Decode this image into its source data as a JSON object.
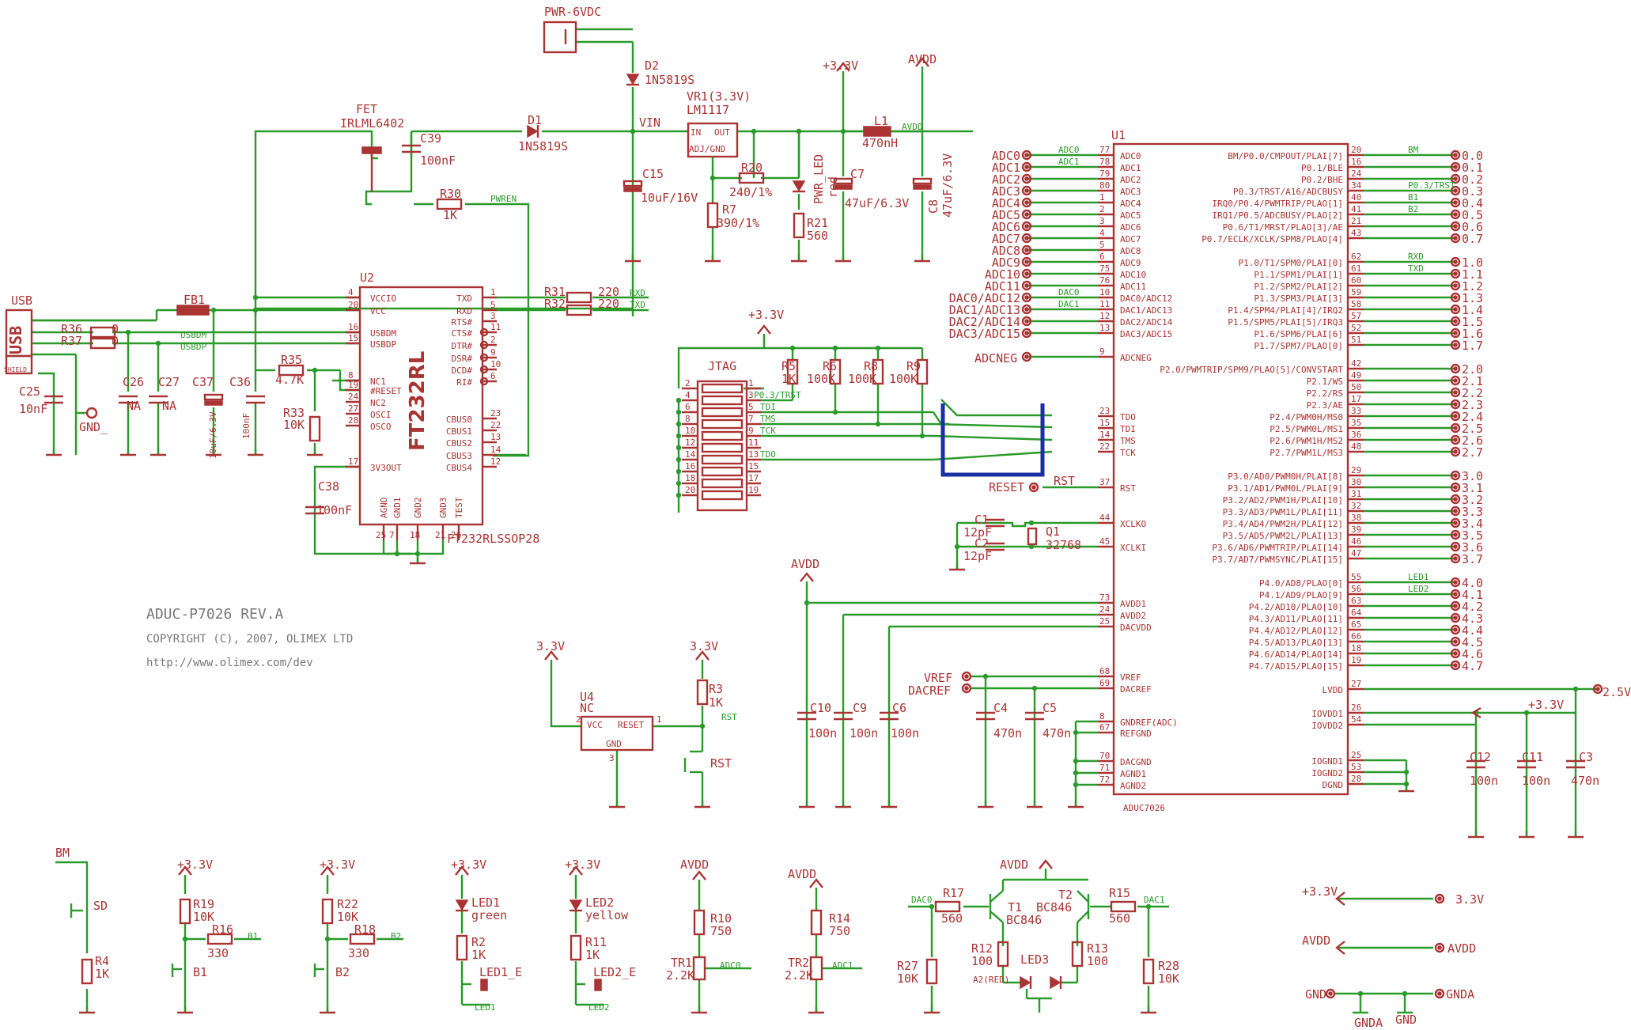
{
  "title_block": {
    "board": "ADUC-P7026 REV.A",
    "copyright": "COPYRIGHT (C), 2007, OLIMEX LTD",
    "url": "http://www.olimex.com/dev"
  },
  "power": {
    "connector": "PWR-6VDC",
    "d2_ref": "D2",
    "d2_part": "1N5819S",
    "d1_ref": "D1",
    "d1_part": "1N5819S",
    "fet_ref": "FET",
    "fet_part": "IRLML6402",
    "c39_ref": "C39",
    "c39_val": "100nF",
    "r30_ref": "R30",
    "r30_val": "1K",
    "pwren": "PWREN",
    "vin": "VIN",
    "c15_ref": "C15",
    "c15_val": "10uF/16V",
    "vr1_ref": "VR1(3.3V)",
    "vr1_part": "LM1117",
    "vr_in": "IN",
    "vr_out": "OUT",
    "vr_adj": "ADJ/GND",
    "r20_ref": "R20",
    "r20_val": "240/1%",
    "r7_ref": "R7",
    "r7_val": "390/1%",
    "led_label": "PWR_LED",
    "led_color": "red",
    "r21_ref": "R21",
    "r21_val": "560",
    "c7_ref": "C7",
    "c7_val": "47uF/6.3V",
    "l1_ref": "L1",
    "l1_val": "470nH",
    "c8_ref": "C8",
    "c8_val": "47uF/6.3V",
    "p33": "+3.3V",
    "avdd": "AVDD"
  },
  "usb": {
    "conn": "USB",
    "shield": "SHIELD",
    "fb1": "FB1",
    "r36": "R36",
    "r37": "R37",
    "r36_val": "0",
    "r37_val": "0",
    "usbdm": "USBDM",
    "usbdp": "USBDP",
    "c25_ref": "C25",
    "c25_val": "10nF",
    "c26_ref": "C26",
    "c26_val": "NA",
    "c27_ref": "C27",
    "c27_val": "NA",
    "gnd": "GND_",
    "c37_ref": "C37",
    "c37_val": "10uF/6.3V",
    "c36_ref": "C36",
    "c36_val": "100nF",
    "r35_ref": "R35",
    "r35_val": "4.7K",
    "r33_ref": "R33",
    "r33_val": "10K",
    "c38_ref": "C38",
    "c38_val": "100nF"
  },
  "u2": {
    "ref": "U2",
    "name": "FT232RL",
    "part": "FT232RLSSOP28",
    "left_pins": [
      {
        "n": "4",
        "l": "VCCIO"
      },
      {
        "n": "20",
        "l": "VCC"
      },
      {
        "n": "16",
        "l": "USBDM"
      },
      {
        "n": "15",
        "l": "USBDP"
      },
      {
        "n": "8",
        "l": "NC1"
      },
      {
        "n": "19",
        "l": "#RESET"
      },
      {
        "n": "24",
        "l": "NC2"
      },
      {
        "n": "27",
        "l": "OSCI"
      },
      {
        "n": "28",
        "l": "OSCO"
      },
      {
        "n": "17",
        "l": "3V3OUT"
      }
    ],
    "right_pins": [
      {
        "n": "1",
        "l": "TXD"
      },
      {
        "n": "5",
        "l": "RXD"
      },
      {
        "n": "3",
        "l": "RTS#"
      },
      {
        "n": "11",
        "l": "CTS#"
      },
      {
        "n": "2",
        "l": "DTR#"
      },
      {
        "n": "9",
        "l": "DSR#"
      },
      {
        "n": "10",
        "l": "DCD#"
      },
      {
        "n": "6",
        "l": "RI#"
      },
      {
        "n": "23",
        "l": "CBUS0"
      },
      {
        "n": "22",
        "l": "CBUS1"
      },
      {
        "n": "13",
        "l": "CBUS2"
      },
      {
        "n": "14",
        "l": "CBUS3"
      },
      {
        "n": "12",
        "l": "CBUS4"
      }
    ],
    "bottom": [
      "AGND",
      "GND1",
      "GND2",
      "GND3",
      "TEST"
    ],
    "bottom_nums": [
      "25",
      "7",
      "18",
      "21",
      "26"
    ],
    "r31": "R31",
    "r32": "R32",
    "r31_val": "220",
    "r32_val": "220",
    "rxd": "RXD",
    "txd": "TXD"
  },
  "jtag": {
    "name": "JTAG",
    "p33": "+3.3V",
    "r5": "R5",
    "r6": "R6",
    "r8": "R8",
    "r9": "R9",
    "r5_val": "1K",
    "r6_val": "100K",
    "r8_val": "100K",
    "r9_val": "100K",
    "trst": "P0.3/TRST",
    "tdi": "TDI",
    "tms": "TMS",
    "tck": "TCK",
    "tdo": "TDO",
    "left_nums": [
      "2",
      "4",
      "6",
      "8",
      "10",
      "12",
      "14",
      "16",
      "18",
      "20"
    ],
    "right_nums": [
      "1",
      "3",
      "5",
      "7",
      "9",
      "11",
      "13",
      "15",
      "17",
      "19"
    ]
  },
  "u1": {
    "ref": "U1",
    "part": "ADUC7026",
    "left_pins": [
      {
        "n": "77",
        "l": "ADC0"
      },
      {
        "n": "78",
        "l": "ADC1"
      },
      {
        "n": "79",
        "l": "ADC2"
      },
      {
        "n": "80",
        "l": "ADC3"
      },
      {
        "n": "1",
        "l": "ADC4"
      },
      {
        "n": "2",
        "l": "ADC5"
      },
      {
        "n": "3",
        "l": "ADC6"
      },
      {
        "n": "4",
        "l": "ADC7"
      },
      {
        "n": "5",
        "l": "ADC8"
      },
      {
        "n": "6",
        "l": "ADC9"
      },
      {
        "n": "75",
        "l": "ADC10"
      },
      {
        "n": "76",
        "l": "ADC11"
      },
      {
        "n": "10",
        "l": "DAC0/ADC12"
      },
      {
        "n": "11",
        "l": "DAC1/ADC13"
      },
      {
        "n": "12",
        "l": "DAC2/ADC14"
      },
      {
        "n": "13",
        "l": "DAC3/ADC15"
      },
      {
        "n": "9",
        "l": "ADCNEG"
      },
      {
        "n": "23",
        "l": "TDO"
      },
      {
        "n": "15",
        "l": "TDI"
      },
      {
        "n": "14",
        "l": "TMS"
      },
      {
        "n": "22",
        "l": "TCK"
      },
      {
        "n": "37",
        "l": "RST"
      },
      {
        "n": "44",
        "l": "XCLKO"
      },
      {
        "n": "45",
        "l": "XCLKI"
      },
      {
        "n": "73",
        "l": "AVDD1"
      },
      {
        "n": "24",
        "l": "AVDD2"
      },
      {
        "n": "25",
        "l": "DACVDD"
      },
      {
        "n": "68",
        "l": "VREF"
      },
      {
        "n": "69",
        "l": "DACREF"
      },
      {
        "n": "8",
        "l": "GNDREF(ADC)"
      },
      {
        "n": "67",
        "l": "REFGND"
      },
      {
        "n": "70",
        "l": "DACGND"
      },
      {
        "n": "71",
        "l": "AGND1"
      },
      {
        "n": "72",
        "l": "AGND2"
      }
    ],
    "right_pins": [
      {
        "n": "20",
        "l": "BM/P0.0/CMPOUT/PLAI[7]"
      },
      {
        "n": "16",
        "l": "P0.1/BLE"
      },
      {
        "n": "24",
        "l": "P0.2/BHE"
      },
      {
        "n": "34",
        "l": "P0.3/TRST/A16/ADCBUSY"
      },
      {
        "n": "40",
        "l": "IRQ0/P0.4/PWMTRIP/PLAO[1]"
      },
      {
        "n": "41",
        "l": "IRQ1/P0.5/ADCBUSY/PLAO[2]"
      },
      {
        "n": "21",
        "l": "P0.6/T1/MRST/PLAO[3]/AE"
      },
      {
        "n": "43",
        "l": "P0.7/ECLK/XCLK/SPM8/PLAO[4]"
      },
      {
        "n": "62",
        "l": "P1.0/T1/SPM0/PLAI[0]"
      },
      {
        "n": "61",
        "l": "P1.1/SPM1/PLAI[1]"
      },
      {
        "n": "60",
        "l": "P1.2/SPM2/PLAI[2]"
      },
      {
        "n": "59",
        "l": "P1.3/SPM3/PLAI[3]"
      },
      {
        "n": "58",
        "l": "P1.4/SPM4/PLAI[4]/IRQ2"
      },
      {
        "n": "57",
        "l": "P1.5/SPM5/PLAI[5]/IRQ3"
      },
      {
        "n": "52",
        "l": "P1.6/SPM6/PLAI[6]"
      },
      {
        "n": "51",
        "l": "P1.7/SPM7/PLAO[0]"
      },
      {
        "n": "42",
        "l": "P2.0/PWMTRIP/SPM9/PLAO[5]/CONVSTART"
      },
      {
        "n": "49",
        "l": "P2.1/WS"
      },
      {
        "n": "50",
        "l": "P2.2/RS"
      },
      {
        "n": "17",
        "l": "P2.3/AE"
      },
      {
        "n": "33",
        "l": "P2.4/PWM0H/MS0"
      },
      {
        "n": "35",
        "l": "P2.5/PWM0L/MS1"
      },
      {
        "n": "36",
        "l": "P2.6/PWM1H/MS2"
      },
      {
        "n": "48",
        "l": "P2.7/PWM1L/MS3"
      },
      {
        "n": "29",
        "l": "P3.0/AD0/PWM0H/PLAI[8]"
      },
      {
        "n": "30",
        "l": "P3.1/AD1/PWM0L/PLAI[9]"
      },
      {
        "n": "31",
        "l": "P3.2/AD2/PWM1H/PLAI[10]"
      },
      {
        "n": "32",
        "l": "P3.3/AD3/PWM1L/PLAI[11]"
      },
      {
        "n": "38",
        "l": "P3.4/AD4/PWM2H/PLAI[12]"
      },
      {
        "n": "39",
        "l": "P3.5/AD5/PWM2L/PLAI[13]"
      },
      {
        "n": "46",
        "l": "P3.6/AD6/PWMTRIP/PLAI[14]"
      },
      {
        "n": "47",
        "l": "P3.7/AD7/PWMSYNC/PLAI[15]"
      },
      {
        "n": "55",
        "l": "P4.0/AD8/PLAO[0]"
      },
      {
        "n": "56",
        "l": "P4.1/AD9/PLAO[9]"
      },
      {
        "n": "63",
        "l": "P4.2/AD10/PLAO[10]"
      },
      {
        "n": "64",
        "l": "P4.3/AD11/PLAO[11]"
      },
      {
        "n": "65",
        "l": "P4.4/AD12/PLAO[12]"
      },
      {
        "n": "66",
        "l": "P4.5/AD13/PLAO[13]"
      },
      {
        "n": "18",
        "l": "P4.6/AD14/PLAO[14]"
      },
      {
        "n": "19",
        "l": "P4.7/AD15/PLAO[15]"
      },
      {
        "n": "27",
        "l": "LVDD"
      },
      {
        "n": "26",
        "l": "IOVDD1"
      },
      {
        "n": "54",
        "l": "IOVDD2"
      },
      {
        "n": "25",
        "l": "IOGND1"
      },
      {
        "n": "53",
        "l": "IOGND2"
      },
      {
        "n": "28",
        "l": "DGND"
      }
    ],
    "left_nets": [
      "ADC0",
      "ADC1",
      "ADC2",
      "ADC3",
      "ADC4",
      "ADC5",
      "ADC6",
      "ADC7",
      "ADC8",
      "ADC9",
      "ADC10",
      "ADC11",
      "DAC0/ADC12",
      "DAC1/ADC13",
      "DAC2/ADC14",
      "DAC3/ADC15"
    ],
    "right_nets": [
      "0.0",
      "0.1",
      "0.2",
      "0.3",
      "0.4",
      "0.5",
      "0.6",
      "0.7",
      "1.0",
      "1.1",
      "1.2",
      "1.3",
      "1.4",
      "1.5",
      "1.6",
      "1.7",
      "2.0",
      "2.1",
      "2.2",
      "2.3",
      "2.4",
      "2.5",
      "2.6",
      "2.7",
      "3.0",
      "3.1",
      "3.2",
      "3.3",
      "3.4",
      "3.5",
      "3.6",
      "3.7",
      "4.0",
      "4.1",
      "4.2",
      "4.3",
      "4.4",
      "4.5",
      "4.6",
      "4.7"
    ],
    "right_wire_labels": {
      "0": "BM",
      "3": "P0.3/TRST",
      "4": "B1",
      "5": "B2",
      "8": "RXD",
      "9": "TXD",
      "32": "LED1",
      "33": "LED2"
    },
    "left_wire_labels": {
      "0": "ADC0",
      "1": "ADC1",
      "12": "DAC0",
      "13": "DAC1"
    },
    "adcneg": "ADCNEG",
    "reset": "RESET",
    "rst": "RST",
    "vref": "VREF",
    "dacref": "DACREF",
    "v25": "2.5V",
    "avdd": "AVDD",
    "p33": "+3.3V"
  },
  "xtal": {
    "c1": "C1",
    "c2": "C2",
    "c1_val": "12pF",
    "c2_val": "12pF",
    "q1": "Q1",
    "q1_val": "32768"
  },
  "decap": {
    "c10": "C10",
    "c9": "C9",
    "c6": "C6",
    "c4": "C4",
    "c5": "C5",
    "c12": "C12",
    "c11": "C11",
    "c3": "C3",
    "c10_val": "100n",
    "c9_val": "100n",
    "c6_val": "100n",
    "c4_val": "470n",
    "c5_val": "470n",
    "c12_val": "100n",
    "c11_val": "100n",
    "c3_val": "470n"
  },
  "u4": {
    "ref": "U4",
    "nc": "NC",
    "vcc": "VCC",
    "reset": "RESET",
    "gnd": "GND",
    "p33a": "3.3V",
    "p33b": "3.3V",
    "r3": "R3",
    "r3_val": "1K",
    "rst": "RST",
    "pin1": "1",
    "pin2": "2",
    "pin3": "3"
  },
  "bottom": {
    "bm": "BM",
    "sd": "SD",
    "r4": "R4",
    "r4_val": "1K",
    "p33": "+3.3V",
    "r19": "R19",
    "r19_val": "10K",
    "r16": "R16",
    "r16_val": "330",
    "b1": "B1",
    "r22": "R22",
    "r22_val": "10K",
    "r18": "R18",
    "r18_val": "330",
    "b2": "B2",
    "led1": "LED1",
    "led1_c": "green",
    "r2": "R2",
    "r2_val": "1K",
    "led1e": "LED1_E",
    "led2": "LED2",
    "led2_c": "yellow",
    "r11": "R11",
    "r11_val": "1K",
    "led2e": "LED2_E",
    "avdd": "AVDD",
    "r10": "R10",
    "r10_val": "750",
    "tr1": "TR1",
    "tr1_val": "2.2K",
    "adc0": "ADC0",
    "r14": "R14",
    "r14_val": "750",
    "tr2": "TR2",
    "tr2_val": "2.2K",
    "adc1": "ADC1",
    "dac0": "DAC0",
    "dac1": "DAC1",
    "r17": "R17",
    "r17_val": "560",
    "t1": "T1",
    "t1_part": "BC846",
    "t2": "T2",
    "t2_part": "BC846",
    "r15": "R15",
    "r15_val": "560",
    "r27": "R27",
    "r27_val": "10K",
    "r12": "R12",
    "r12_val": "100",
    "led3": "LED3",
    "a2": "A2(RED)",
    "r13": "R13",
    "r13_val": "100",
    "r28": "R28",
    "r28_val": "10K"
  },
  "nets": {
    "p33": "+3.3V",
    "p33_to": "3.3V",
    "avdd": "AVDD",
    "avdd_to": "AVDD",
    "gnd": "GND",
    "gnda": "GNDA",
    "gnda_lbl": "GNDA",
    "gnd_lbl": "GND"
  }
}
